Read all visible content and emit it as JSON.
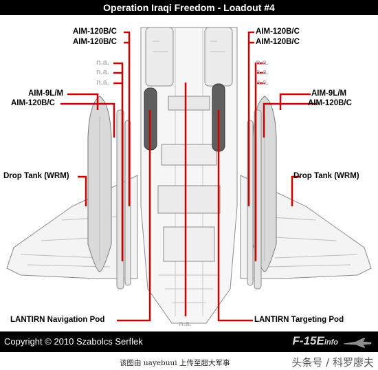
{
  "title": "Operation Iraqi Freedom - Loadout #4",
  "left_labels": {
    "aim120_top_1": "AIM-120B/C",
    "aim120_top_2": "AIM-120B/C",
    "na_1": "n.a.",
    "na_2": "n.a.",
    "na_3": "n.a.",
    "aim9": "AIM-9L/M",
    "aim120_wing": "AIM-120B/C",
    "drop_tank": "Drop Tank (WRM)",
    "pod": "LANTIRN Navigation Pod"
  },
  "right_labels": {
    "aim120_top_1": "AIM-120B/C",
    "aim120_top_2": "AIM-120B/C",
    "na_1": "n.a.",
    "na_2": "n.a.",
    "na_3": "n.a.",
    "aim9": "AIM-9L/M",
    "aim120_wing": "AIM-120B/C",
    "drop_tank": "Drop Tank (WRM)",
    "pod": "LANTIRN Targeting Pod"
  },
  "center_na": "n.a.",
  "footer": {
    "copyright": "Copyright © 2010 Szabolcs Serflek",
    "brand_main": "F-15E",
    "brand_suffix": "info",
    "jet_icon": "f15-jet-icon"
  },
  "caption": {
    "text": "该图由 uayebuui 上传至超大军事",
    "watermark": "头条号 / 科罗廖夫"
  },
  "colors": {
    "leader_line": "#cc0000",
    "background": "#000000",
    "na_text": "#b3b3b3"
  }
}
